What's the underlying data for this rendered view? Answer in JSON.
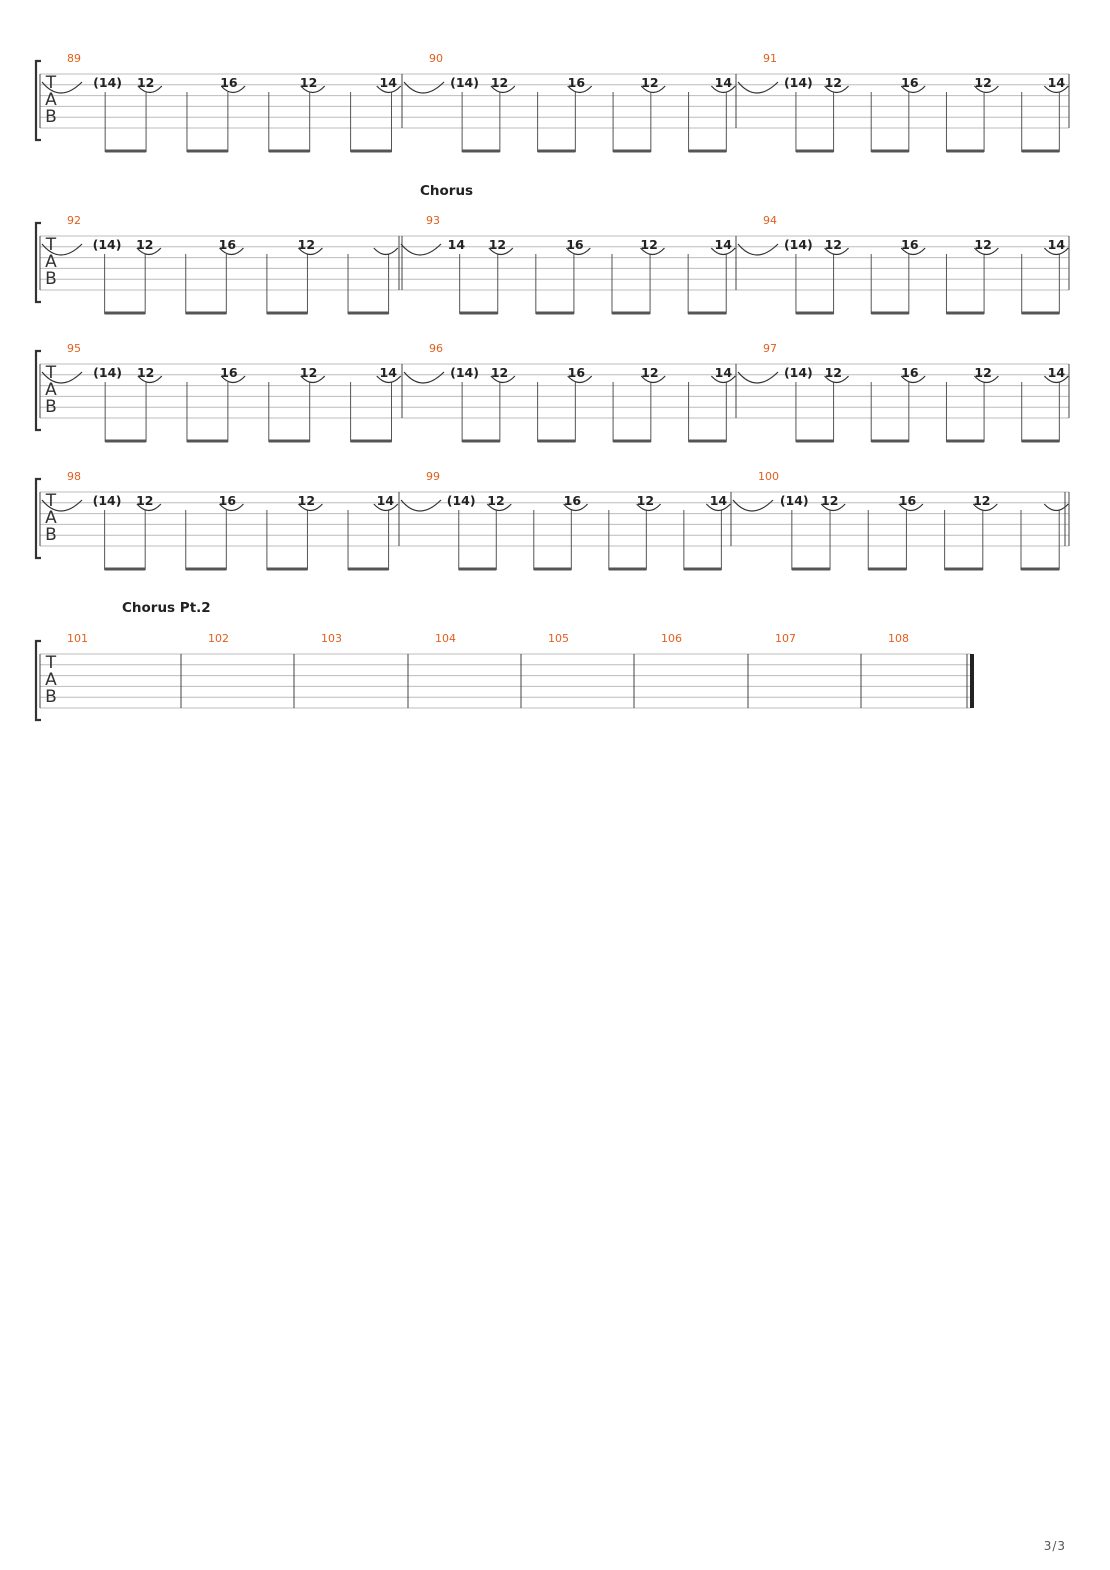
{
  "page_number": "3/3",
  "tab_clef": [
    "T",
    "A",
    "B"
  ],
  "systems": [
    {
      "section": "",
      "measures": [
        {
          "number": "89",
          "notes": [
            "(14)",
            "12",
            "16",
            "12",
            "14"
          ]
        },
        {
          "number": "90",
          "notes": [
            "(14)",
            "12",
            "16",
            "12",
            "14"
          ]
        },
        {
          "number": "91",
          "notes": [
            "(14)",
            "12",
            "16",
            "12",
            "14"
          ]
        }
      ]
    },
    {
      "section": "Chorus",
      "measures": [
        {
          "number": "92",
          "notes": [
            "(14)",
            "12",
            "16",
            "12",
            ""
          ]
        },
        {
          "number": "93",
          "notes": [
            "14",
            "12",
            "16",
            "12",
            "14"
          ]
        },
        {
          "number": "94",
          "notes": [
            "(14)",
            "12",
            "16",
            "12",
            "14"
          ]
        }
      ]
    },
    {
      "section": "",
      "measures": [
        {
          "number": "95",
          "notes": [
            "(14)",
            "12",
            "16",
            "12",
            "14"
          ]
        },
        {
          "number": "96",
          "notes": [
            "(14)",
            "12",
            "16",
            "12",
            "14"
          ]
        },
        {
          "number": "97",
          "notes": [
            "(14)",
            "12",
            "16",
            "12",
            "14"
          ]
        }
      ]
    },
    {
      "section": "",
      "measures": [
        {
          "number": "98",
          "notes": [
            "(14)",
            "12",
            "16",
            "12",
            "14"
          ]
        },
        {
          "number": "99",
          "notes": [
            "(14)",
            "12",
            "16",
            "12",
            "14"
          ]
        },
        {
          "number": "100",
          "notes": [
            "(14)",
            "12",
            "16",
            "12",
            ""
          ]
        }
      ]
    },
    {
      "section": "Chorus Pt.2",
      "measures": [
        {
          "number": "101",
          "notes": []
        },
        {
          "number": "102",
          "notes": []
        },
        {
          "number": "103",
          "notes": []
        },
        {
          "number": "104",
          "notes": []
        },
        {
          "number": "105",
          "notes": []
        },
        {
          "number": "106",
          "notes": []
        },
        {
          "number": "107",
          "notes": []
        },
        {
          "number": "108",
          "notes": []
        }
      ]
    }
  ]
}
